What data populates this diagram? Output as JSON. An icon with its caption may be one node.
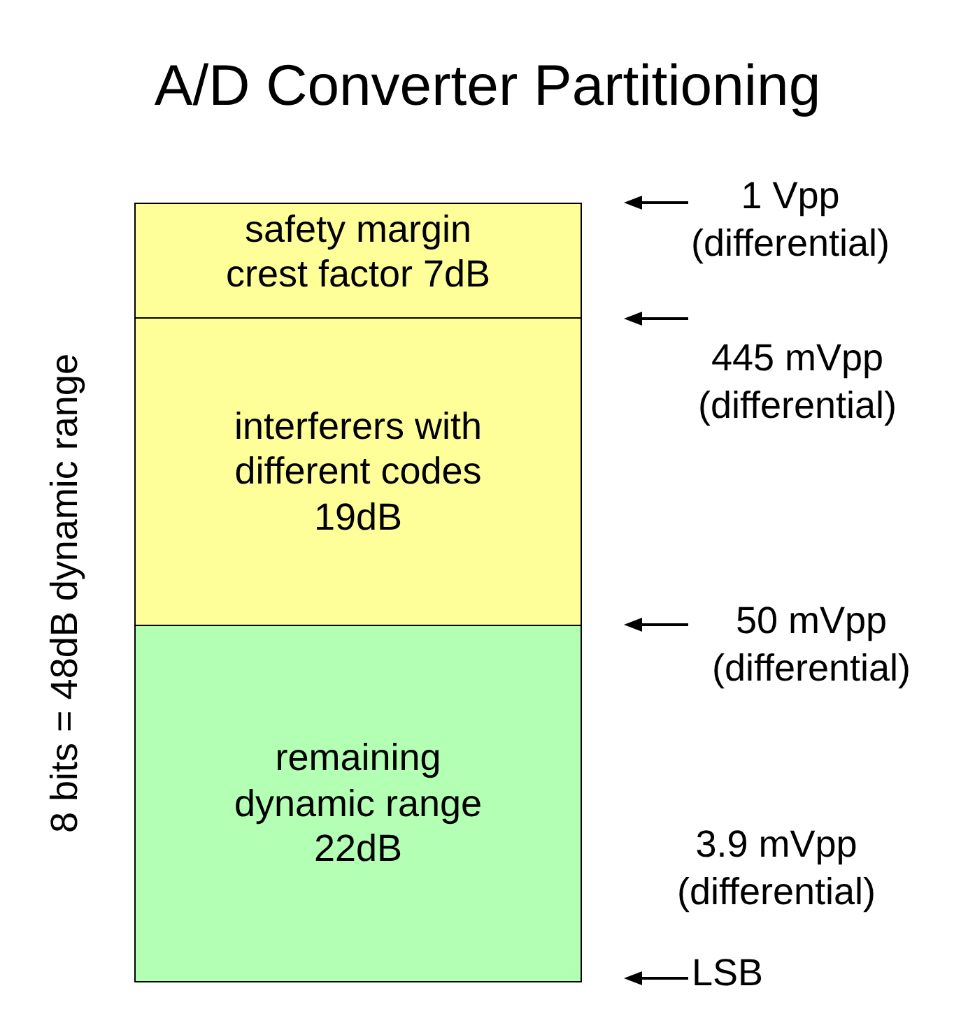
{
  "diagram": {
    "title": "A/D Converter Partitioning",
    "nodes": [
      {
        "text": [
          "safety margin crest factor 7dB"
        ]
      },
      {
        "text": [
          "interferers with different codes 19dB"
        ]
      },
      {
        "text": [
          "remaining dynamic range 22dB"
        ]
      }
    ],
    "labels": [
      "8 bits = 48dB dynamic range",
      "1 Vpp (differential)",
      "445 mVpp (differential)",
      "50 mVpp (differential)",
      "3.9 mVpp (differential)",
      "LSB"
    ]
  }
}
